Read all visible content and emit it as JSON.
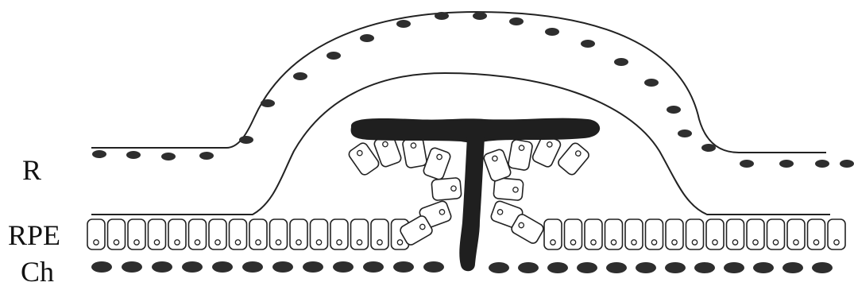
{
  "labels": {
    "retina": "R",
    "rpe": "RPE",
    "choroid": "Ch"
  },
  "colors": {
    "background": "#ffffff",
    "line": "#222222",
    "nucleus": "#2e2e2e",
    "lesion": "#1f1f1f",
    "cell_fill": "#ffffff"
  }
}
